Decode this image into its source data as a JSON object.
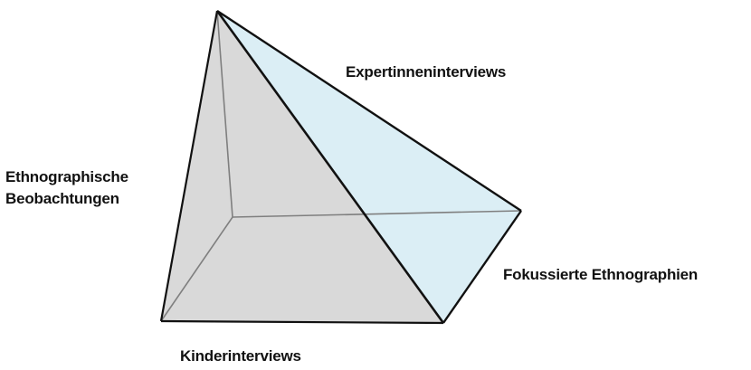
{
  "labels": {
    "top": "Expertinneninterviews",
    "left_line1": "Ethnographische",
    "left_line2": "Beobachtungen",
    "right": "Fokussierte Ethnographien",
    "bottom": "Kinderinterviews"
  },
  "colors": {
    "gray_face": "#d9d9d9",
    "blue_face": "#dbeef5",
    "edge": "#111111",
    "hidden_edge": "#7f7f7f"
  }
}
